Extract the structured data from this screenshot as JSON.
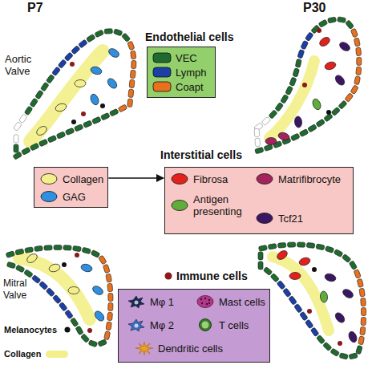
{
  "diagram": {
    "nodes": [
      {
        "text": [
          "Endothelial cells"
        ]
      },
      {
        "text": [
          "Collagen",
          "GAG"
        ]
      },
      {
        "text": [
          "Fibrosa",
          "Matrifibrocyte",
          "Antigen presenting",
          "Tcf21"
        ]
      },
      {
        "text": [
          "Immune cells"
        ]
      }
    ],
    "edges": [
      {
        "from": 1,
        "to": 2,
        "arrow": "to"
      }
    ],
    "labels": [
      "P7",
      "P30",
      "Aortic Valve",
      "Interstitial cells",
      "Mitral Valve"
    ],
    "legend": [
      {
        "text": "VEC",
        "color": "#1f6b2f"
      },
      {
        "text": "Lymph",
        "color": "#1c3fa6"
      },
      {
        "text": "Coapt",
        "color": "#e8711e"
      },
      {
        "text": "Mφ 1"
      },
      {
        "text": "Mast cells"
      },
      {
        "text": "Mφ 2"
      },
      {
        "text": "T cells"
      },
      {
        "text": "Dendritic cells"
      },
      {
        "text": "Melanocytes"
      },
      {
        "text": "Collagen",
        "color": "#f3ef8a"
      }
    ]
  }
}
